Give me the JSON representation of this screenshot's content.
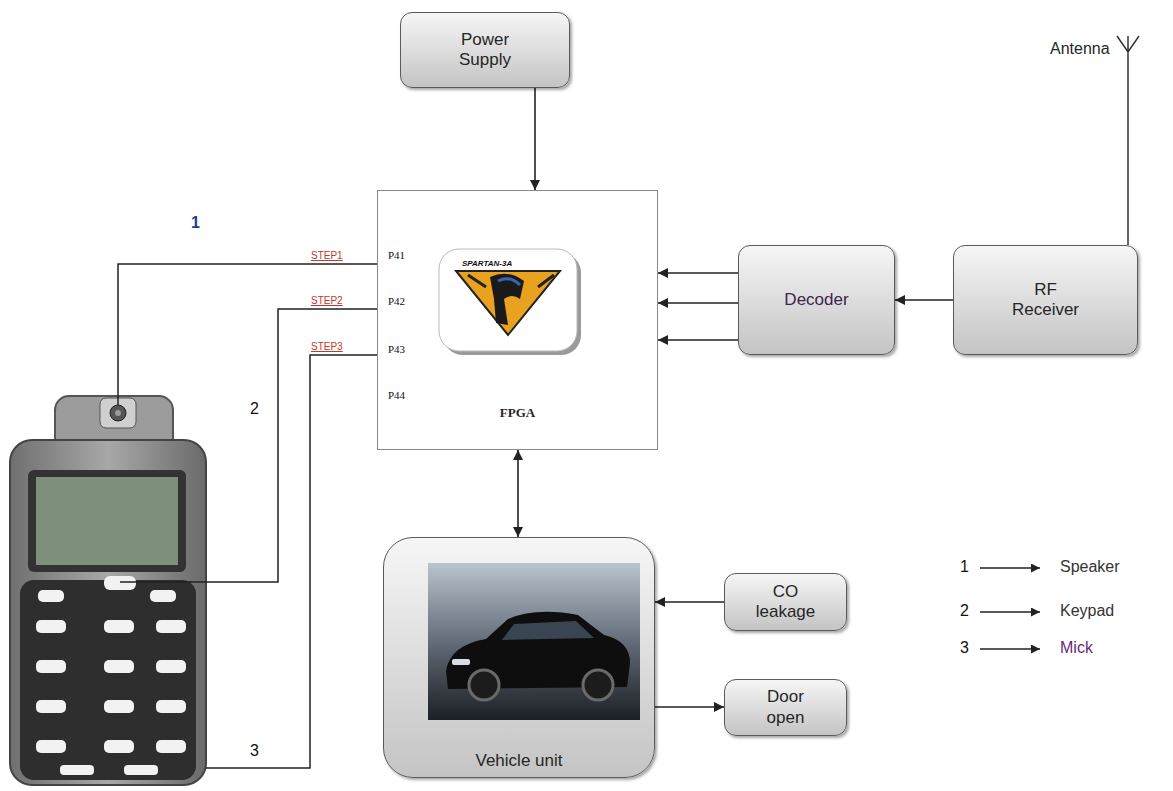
{
  "diagram": {
    "nodes": [
      {
        "text": [
          "Power Supply"
        ]
      },
      {
        "text": [
          "FPGA"
        ]
      },
      {
        "text": [
          "Decoder"
        ]
      },
      {
        "text": [
          "RF Receiver"
        ]
      },
      {
        "text": [
          "Vehicle unit"
        ]
      },
      {
        "text": [
          "CO leakage"
        ]
      },
      {
        "text": [
          "Door open"
        ]
      }
    ],
    "edges": [
      {
        "from": 0,
        "to": 1,
        "arrow": "to"
      },
      {
        "from": 3,
        "to": 2,
        "arrow": "to"
      },
      {
        "from": 2,
        "to": 1,
        "arrow": "to"
      },
      {
        "from": 2,
        "to": 1,
        "arrow": "to"
      },
      {
        "from": 2,
        "to": 1,
        "arrow": "to"
      },
      {
        "from": 1,
        "to": 4,
        "arrow": "both"
      },
      {
        "from": 5,
        "to": 4,
        "arrow": "to"
      },
      {
        "from": 4,
        "to": 6,
        "arrow": "to"
      }
    ],
    "labels": [
      "Antenna",
      "1",
      "STEP1",
      "P41",
      "STEP2",
      "P42",
      "STEP3",
      "P43",
      "P44",
      "SPARTAN-3A",
      "2",
      "3",
      "1",
      "Speaker",
      "2",
      "Keypad",
      "3",
      "Mick"
    ]
  }
}
